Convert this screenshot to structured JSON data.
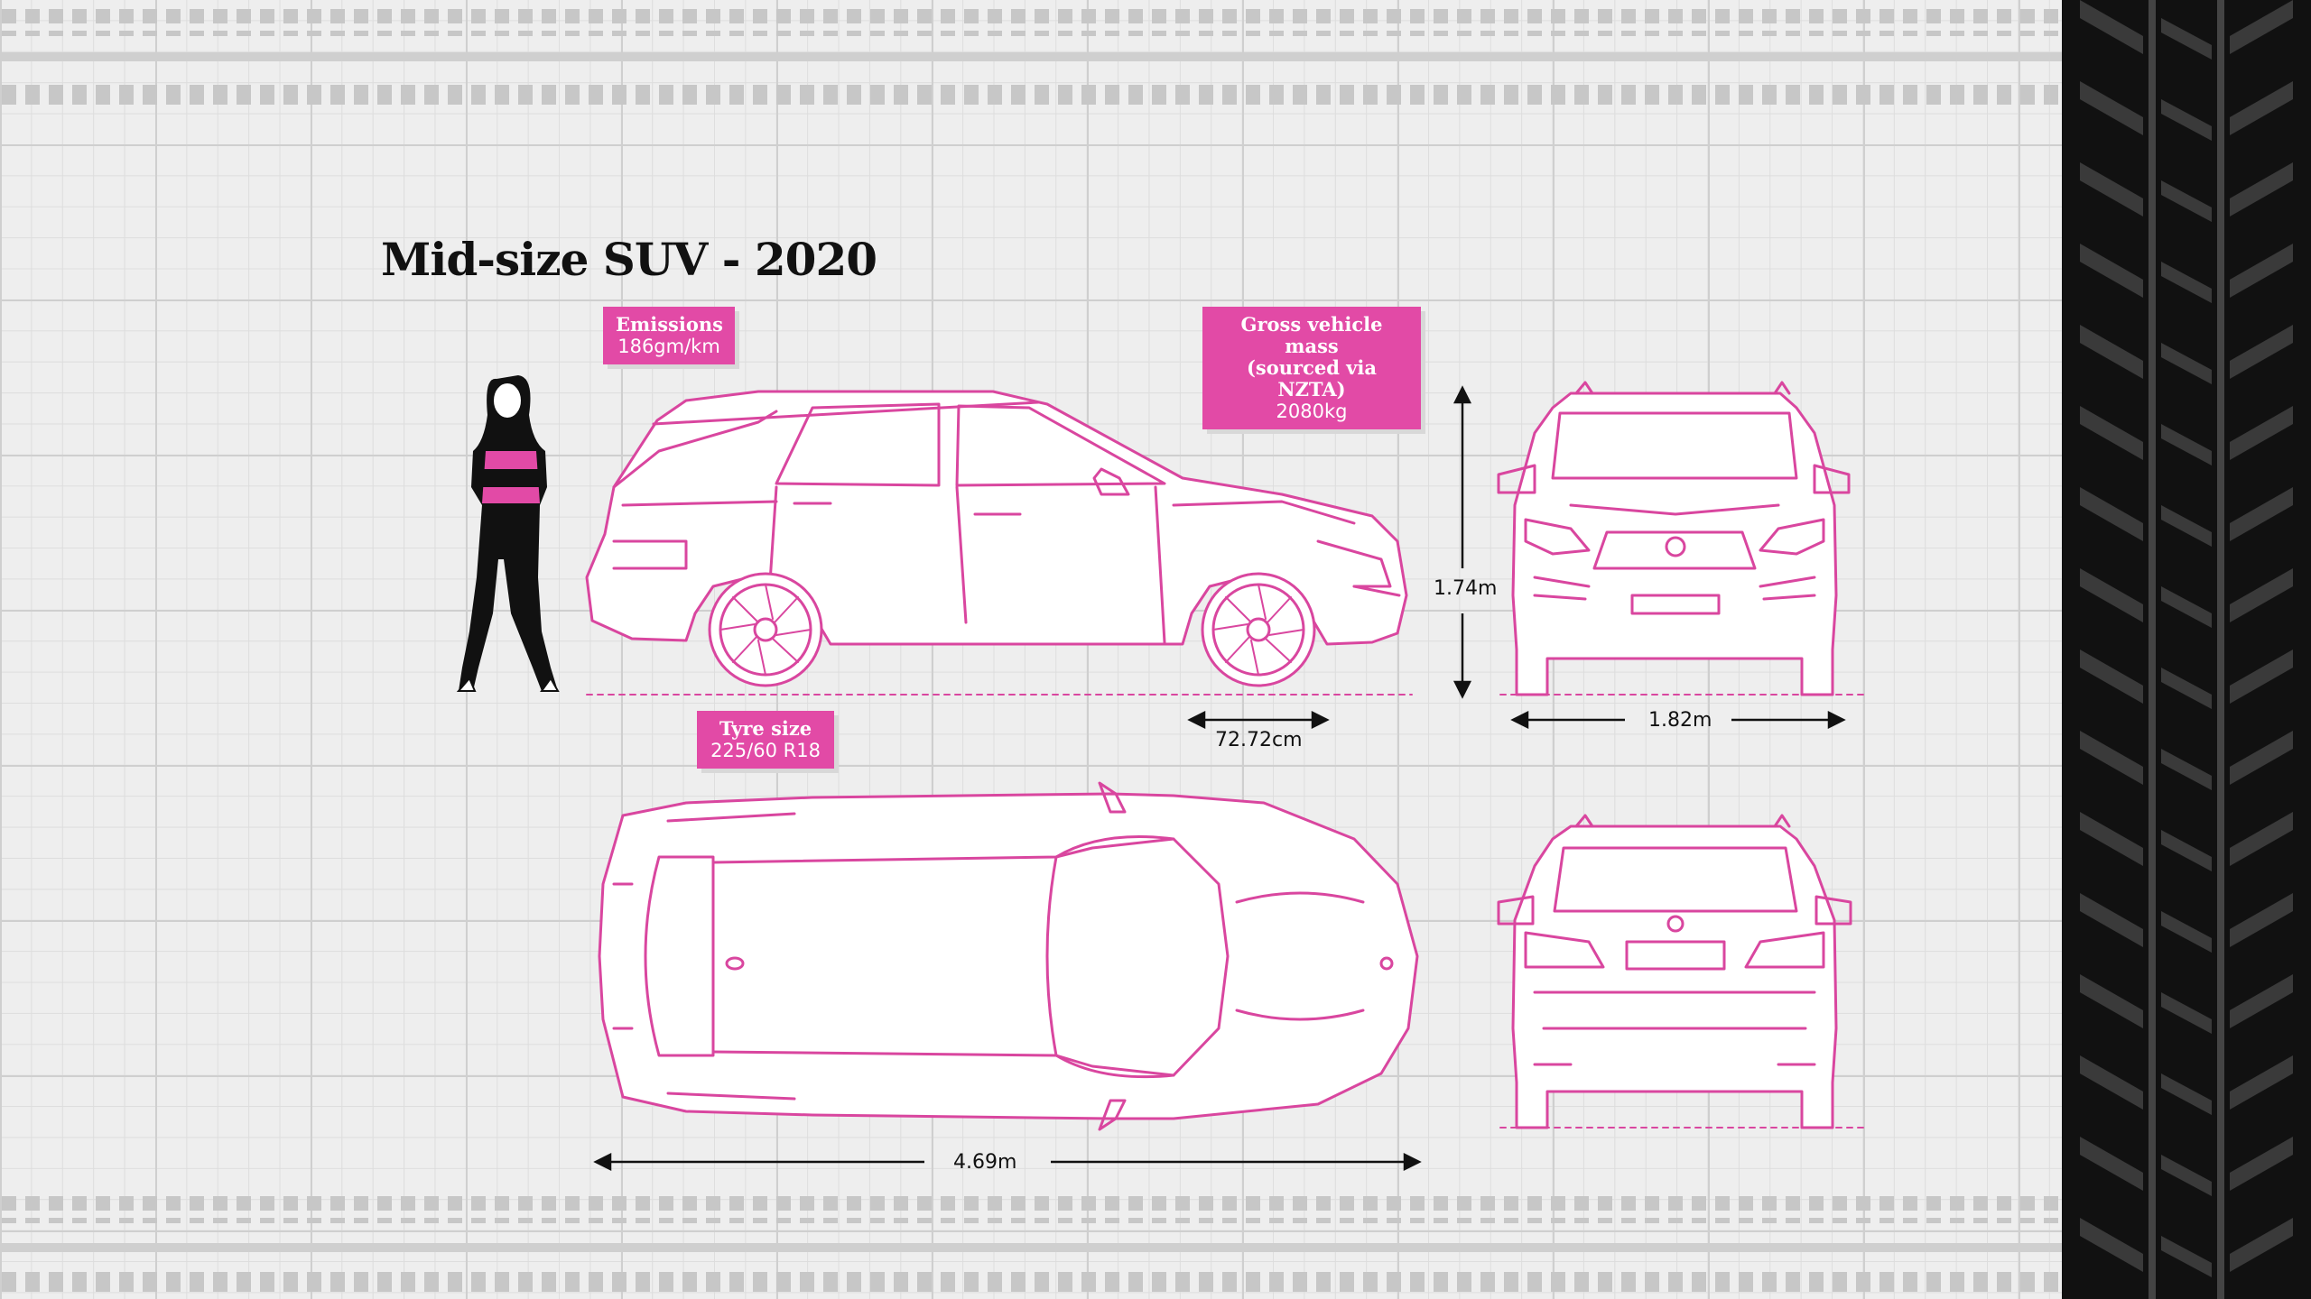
{
  "title": "Mid-size SUV - 2020",
  "tags": {
    "emissions": {
      "label": "Emissions",
      "value": "186gm/km"
    },
    "gvm": {
      "label_line1": "Gross vehicle mass",
      "label_line2": "(sourced via NZTA)",
      "value": "2080kg"
    },
    "tyre": {
      "label": "Tyre size",
      "value": "225/60 R18"
    }
  },
  "dimensions": {
    "height": "1.74m",
    "width": "1.82m",
    "wheel": "72.72cm",
    "length": "4.69m"
  },
  "colors": {
    "accent": "#e24aa6",
    "tag_bg": "#e24aa6",
    "line": "#d9469f",
    "text": "#111111"
  }
}
